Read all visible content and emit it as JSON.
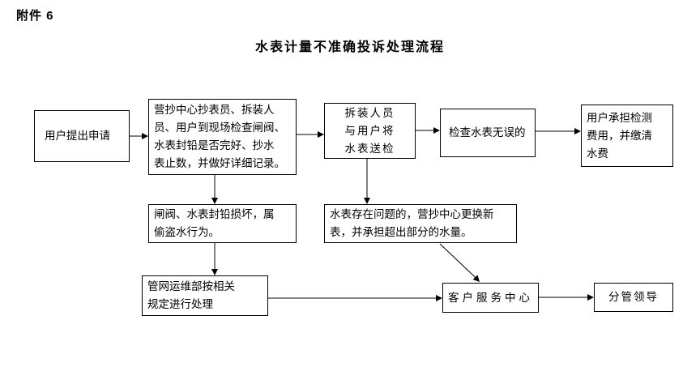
{
  "page": {
    "attachment_label": "附件 6",
    "title": "水表计量不准确投诉处理流程"
  },
  "flowchart": {
    "nodes": {
      "apply": "用户提出申请",
      "inspect": "营抄中心抄表员、拆装人\n员、用户到现场检查闸阀、\n水表封铅是否完好、抄水\n表止数，并做好详细记录。",
      "send_test": "拆装人员\n与用户将\n水表送检",
      "meter_ok": "检查水表无误的",
      "user_pay": "用户承担检测\n费用，并缴清\n水费",
      "seal_damaged": "闸阀、水表封铅损坏，属\n偷盗水行为。",
      "meter_problem": "水表存在问题的，营抄中心更换新\n表，并承担超出部分的水量。",
      "pipeline_dept": "管网运维部按相关\n规定进行处理",
      "service_center": "客户服务中心",
      "leader": "分管领导"
    }
  }
}
